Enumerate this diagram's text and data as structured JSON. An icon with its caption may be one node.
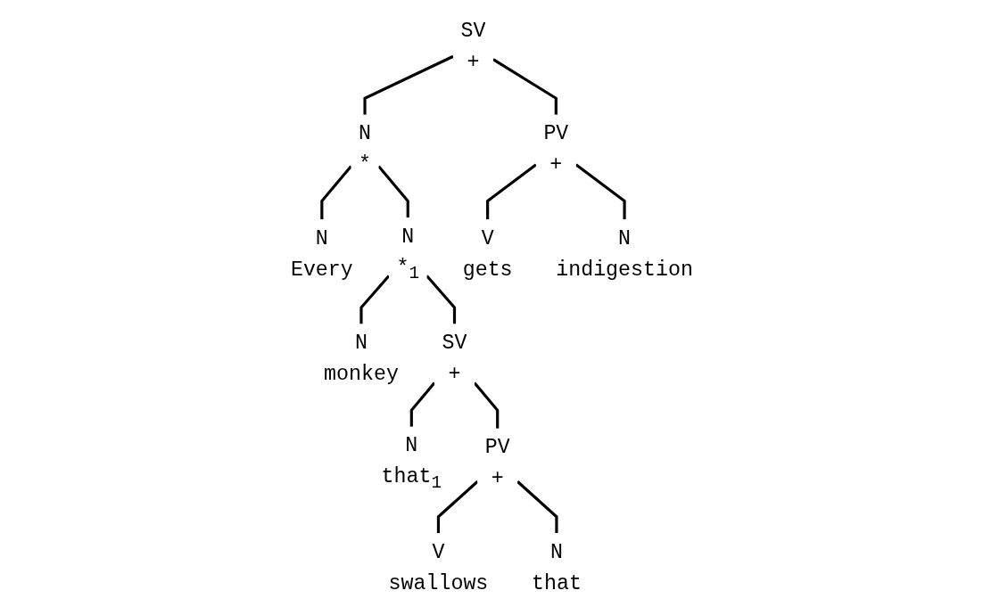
{
  "diagram": {
    "nodes": [
      {
        "text": [
          "SV",
          "+"
        ]
      },
      {
        "text": [
          "N",
          "*"
        ]
      },
      {
        "text": [
          "PV",
          "+"
        ]
      },
      {
        "text": [
          "N",
          "Every"
        ]
      },
      {
        "text": [
          "N",
          "*$_{1}$"
        ]
      },
      {
        "text": [
          "V",
          "gets"
        ]
      },
      {
        "text": [
          "N",
          "indigestion"
        ]
      },
      {
        "text": [
          "N",
          "monkey"
        ]
      },
      {
        "text": [
          "SV",
          "+"
        ]
      },
      {
        "text": [
          "N",
          "that$_{1}$"
        ]
      },
      {
        "text": [
          "PV",
          "+"
        ]
      },
      {
        "text": [
          "V",
          "swallows"
        ]
      },
      {
        "text": [
          "N",
          "that"
        ]
      }
    ],
    "edges": [
      {
        "from": 0,
        "to": 1,
        "arrow": "none"
      },
      {
        "from": 0,
        "to": 2,
        "arrow": "none"
      },
      {
        "from": 1,
        "to": 3,
        "arrow": "none"
      },
      {
        "from": 1,
        "to": 4,
        "arrow": "none"
      },
      {
        "from": 2,
        "to": 5,
        "arrow": "none"
      },
      {
        "from": 2,
        "to": 6,
        "arrow": "none"
      },
      {
        "from": 4,
        "to": 7,
        "arrow": "none"
      },
      {
        "from": 4,
        "to": 8,
        "arrow": "none"
      },
      {
        "from": 8,
        "to": 9,
        "arrow": "none"
      },
      {
        "from": 8,
        "to": 10,
        "arrow": "none"
      },
      {
        "from": 10,
        "to": 11,
        "arrow": "none"
      },
      {
        "from": 10,
        "to": 12,
        "arrow": "none"
      }
    ]
  }
}
